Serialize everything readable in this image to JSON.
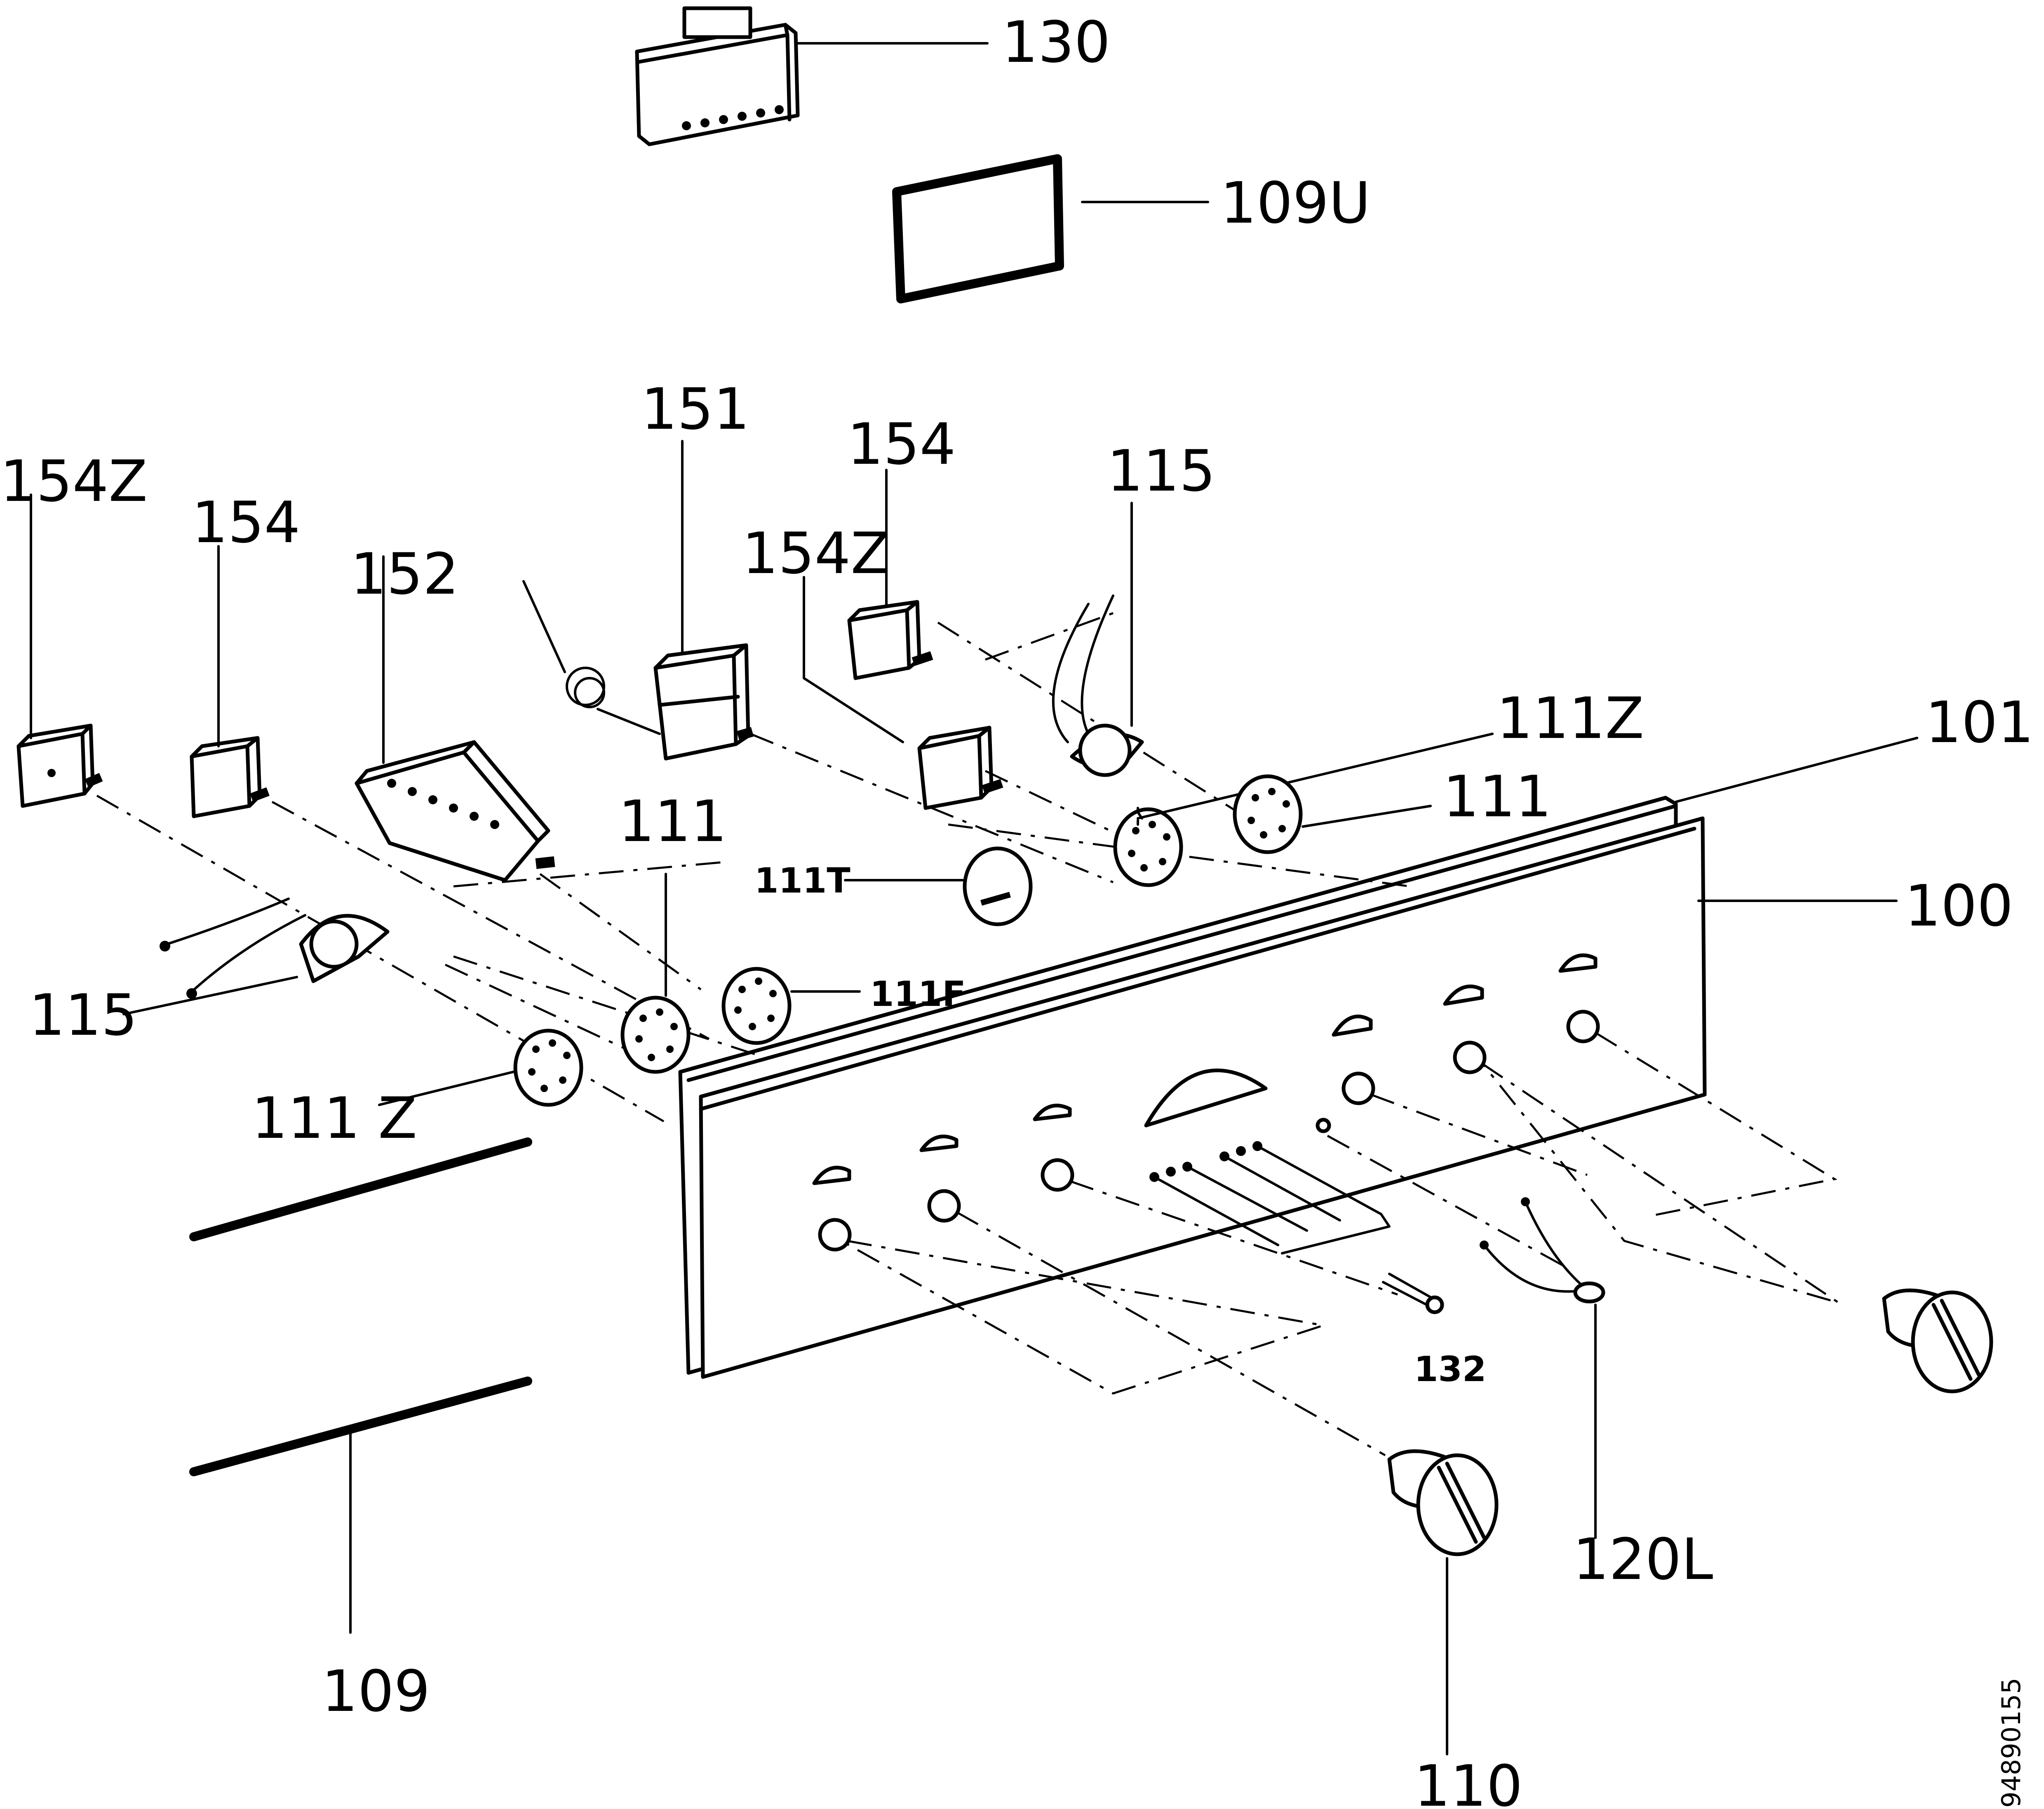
{
  "labels": {
    "p130": "130",
    "p109U": "109U",
    "p151": "151",
    "p154_center": "154",
    "p115_center": "115",
    "p154Z_left": "154Z",
    "p154_left": "154",
    "p152": "152",
    "p154Z_center": "154Z",
    "p111Z_right": "111Z",
    "p101": "101",
    "p111_right": "111",
    "p100": "100",
    "p111_center": "111",
    "p111T": "111T",
    "p111F": "111F",
    "p115_left": "115",
    "p111Z_left": "111 Z",
    "p132": "132",
    "p120L": "120L",
    "p109": "109",
    "p110": "110"
  },
  "drawing_code": "94890155"
}
